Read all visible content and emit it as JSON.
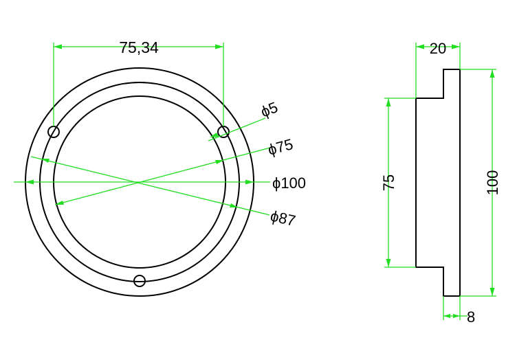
{
  "colors": {
    "part_outline": "#000000",
    "dimension_lines": "#22dd22",
    "background": "#ffffff"
  },
  "front_view": {
    "dim_hole_spacing": "75,34",
    "dim_hole_diameter": "ϕ5",
    "dim_inner_diameter": "ϕ75",
    "dim_outer_diameter": "ϕ100",
    "dim_bolt_circle": "ϕ87"
  },
  "side_view": {
    "dim_total_thickness": "20",
    "dim_inner_height": "75",
    "dim_outer_height": "100",
    "dim_flange_thickness": "8"
  }
}
